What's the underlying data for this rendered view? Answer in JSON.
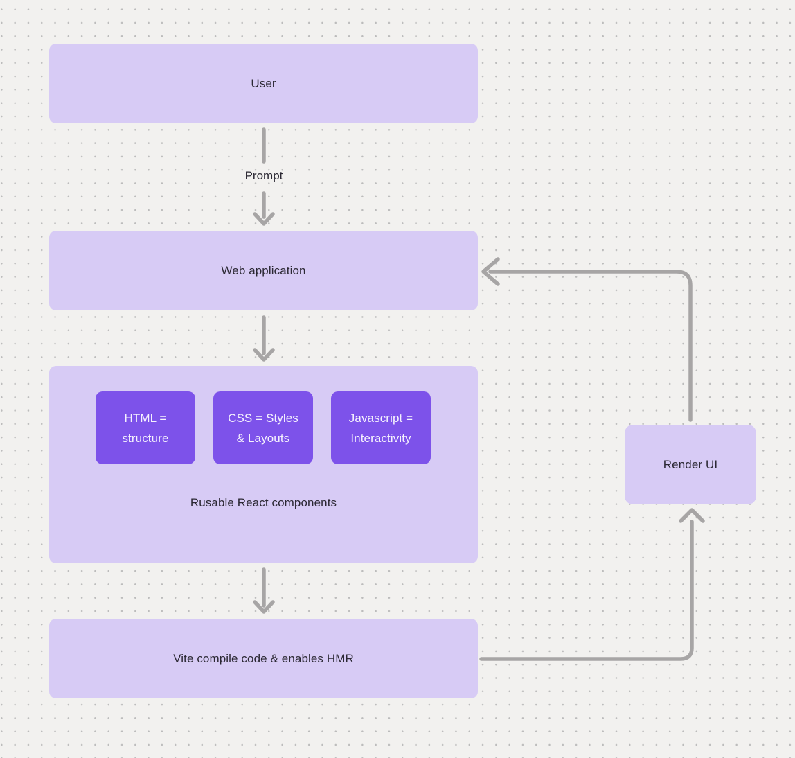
{
  "diagram": {
    "nodes": {
      "user": {
        "label": "User"
      },
      "web_application": {
        "label": "Web application"
      },
      "components_group": {
        "caption": "Rusable React components",
        "children": [
          {
            "label": "HTML = structure"
          },
          {
            "label": "CSS = Styles & Layouts"
          },
          {
            "label": "Javascript = Interactivity"
          }
        ]
      },
      "vite": {
        "label": "Vite compile code & enables HMR"
      },
      "render_ui": {
        "label": "Render UI"
      }
    },
    "edge_labels": {
      "prompt": "Prompt"
    },
    "edges": [
      "user -> web_application (label: Prompt)",
      "web_application -> components_group",
      "components_group -> vite",
      "vite -> render_ui",
      "render_ui -> web_application"
    ],
    "colors": {
      "background": "#f2f1ef",
      "dot": "#bcbcbc",
      "node_fill": "#d7cbf5",
      "node_text": "#2b2833",
      "accent_fill": "#7d52ea",
      "accent_text": "#f5f2fd",
      "connector": "#a7a5a5"
    }
  }
}
